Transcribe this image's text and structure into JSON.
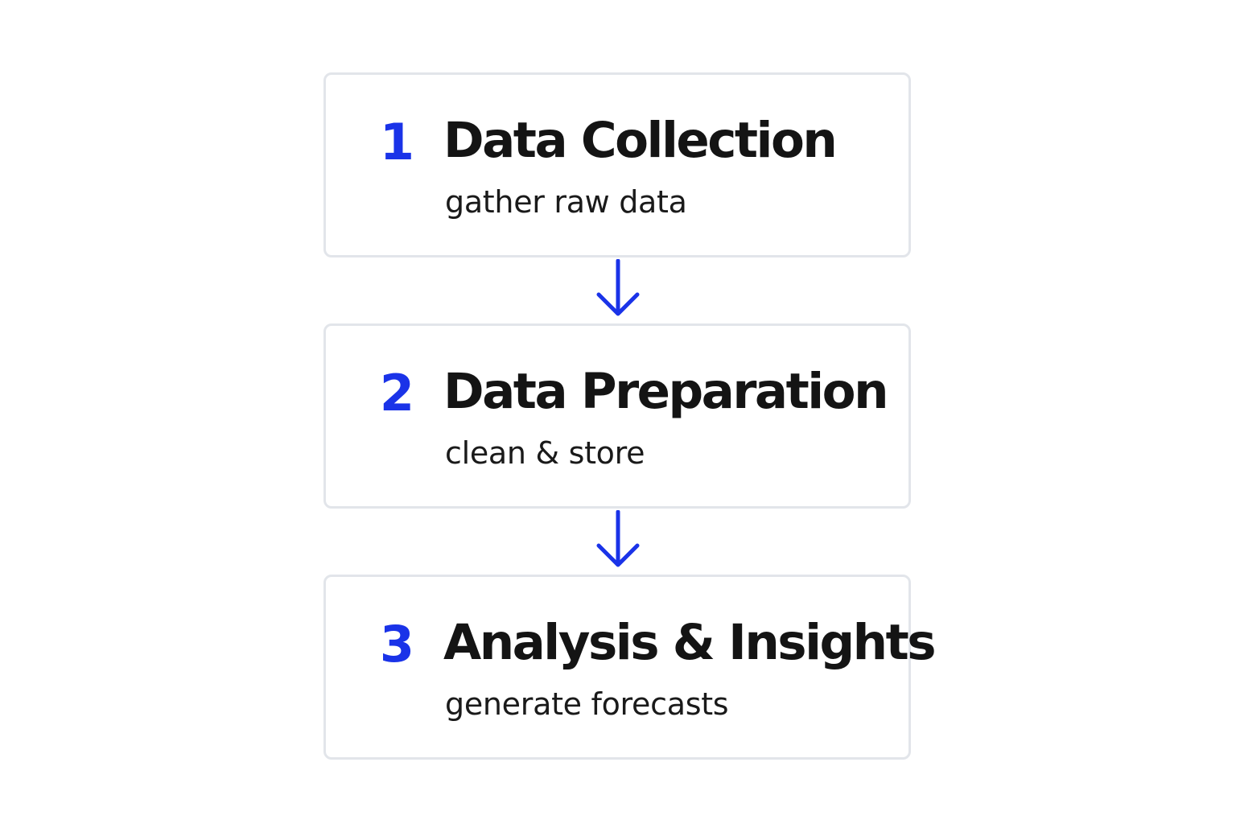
{
  "colors": {
    "accent": "#1a33e8",
    "text": "#141414",
    "border": "#e2e5ea",
    "background": "#ffffff"
  },
  "steps": [
    {
      "number": "1",
      "title": "Data Collection",
      "subtitle": "gather raw data"
    },
    {
      "number": "2",
      "title": "Data Preparation",
      "subtitle": "clean & store"
    },
    {
      "number": "3",
      "title": "Analysis & Insights",
      "subtitle": "generate forecasts"
    }
  ],
  "connectors": [
    {
      "icon": "arrow-down-icon"
    },
    {
      "icon": "arrow-down-icon"
    }
  ]
}
